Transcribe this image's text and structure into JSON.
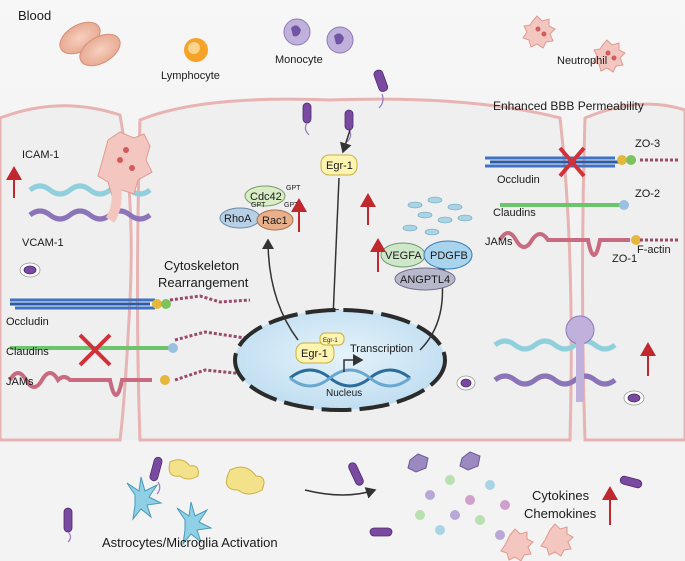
{
  "labels": {
    "blood": "Blood",
    "lymphocyte": "Lymphocyte",
    "monocyte": "Monocyte",
    "neutrophil": "Neutrophil",
    "enhanced_bbb": "Enhanced BBB Permeability",
    "icam1": "ICAM-1",
    "vcam1": "VCAM-1",
    "cytoskeleton_line1": "Cytoskeleton",
    "cytoskeleton_line2": "Rearrangement",
    "occludin_left": "Occludin",
    "claudins_left": "Claudins",
    "jams_left": "JAMs",
    "occludin_right": "Occludin",
    "claudins_right": "Claudins",
    "jams_right": "JAMs",
    "zo3": "ZO-3",
    "zo2": "ZO-2",
    "zo1": "ZO-1",
    "factin": "F-actin",
    "cdc42": "Cdc42",
    "rhoa": "RhoA",
    "rac1": "Rac1",
    "gpt1": "GPT",
    "gpt2": "GPT",
    "gpt3": "GPT",
    "egr1_cyto": "Egr-1",
    "egr1_nucleus": "Egr-1",
    "egr1_small": "Egr-1",
    "transcription": "Transcription",
    "nucleus": "Nucleus",
    "vegfa": "VEGFA",
    "pdgfb": "PDGFB",
    "angptl4": "ANGPTL4",
    "astro": "Astrocytes/Microglia Activation",
    "cytokines": "Cytokines",
    "chemokines": "Chemokines"
  },
  "colors": {
    "blood_band": "#f2f2f2",
    "cell_body": "#efefef",
    "cell_border": "#e7b3b3",
    "nucleus_fill": "#d4e9f7",
    "up_arrow": "#c0282d",
    "occludin_strand": "#3d72c4",
    "claudin_strand": "#6cc46c",
    "jam_strand": "#c86a80",
    "icam_strand": "#8fd0dc",
    "vcam_strand": "#8b74b8",
    "actin": "#9a4a6a",
    "bacteria": "#7a4aa0"
  },
  "icons": [
    "red-blood-cell-icon",
    "lymphocyte-icon",
    "monocyte-icon",
    "neutrophil-icon",
    "bacterium-icon",
    "astrocyte-icon",
    "microglia-icon",
    "dna-helix-icon",
    "disruption-x-icon",
    "up-arrow-icon"
  ]
}
